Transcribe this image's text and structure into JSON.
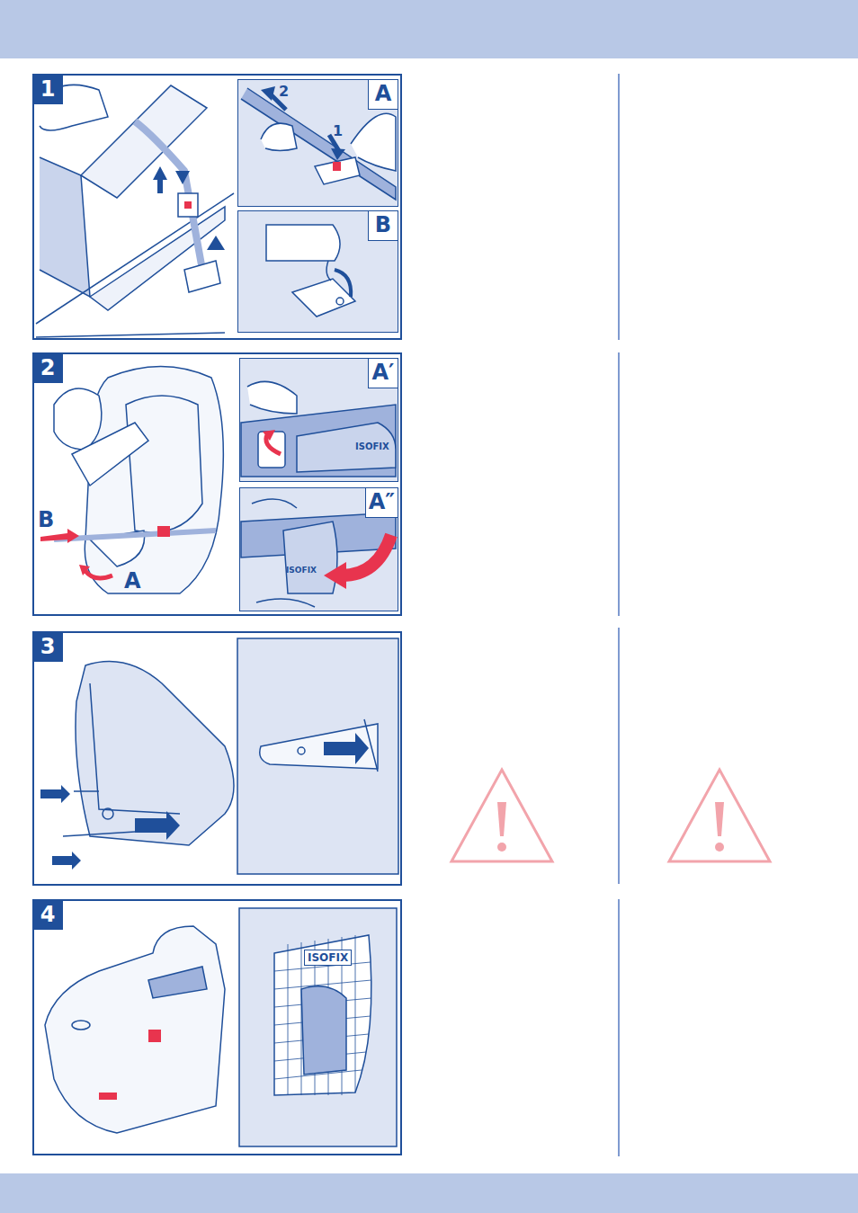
{
  "diagram": {
    "nodes": [
      {
        "text": [
          "1"
        ]
      },
      {
        "text": [
          "A"
        ],
        "in": 0
      },
      {
        "text": [
          "B"
        ],
        "in": 0
      },
      {
        "text": [
          "2"
        ]
      },
      {
        "text": [
          "A′"
        ],
        "in": 3
      },
      {
        "text": [
          "A″"
        ],
        "in": 3
      },
      {
        "text": [
          "3"
        ]
      },
      {
        "text": [
          "4"
        ]
      }
    ],
    "labels": [
      "2",
      "1",
      "B",
      "A",
      "ISOFIX",
      "ISOFIX",
      "ISOFIX"
    ]
  }
}
